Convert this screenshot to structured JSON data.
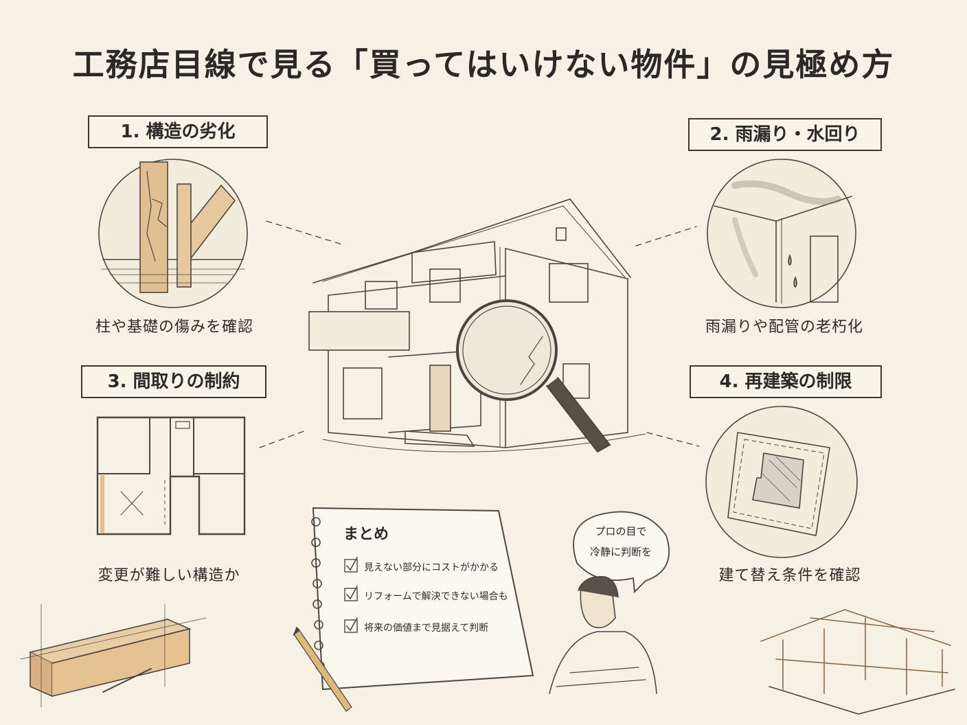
{
  "title": "工務店目線で見る「買ってはいけない物件」の見極め方",
  "sections": [
    {
      "label": "1. 構造の劣化",
      "caption": "柱や基礎の傷みを確認"
    },
    {
      "label": "2. 雨漏り・水回り",
      "caption": "雨漏りや配管の老朽化"
    },
    {
      "label": "3. 間取りの制約",
      "caption": "変更が難しい構造か"
    },
    {
      "label": "4. 再建築の制限",
      "caption": "建て替え条件を確認"
    }
  ],
  "summary": {
    "title": "まとめ",
    "items": [
      "見えない部分にコストがかかる",
      "リフォームで解決できない場合も",
      "将来の価値まで見据えて判断"
    ]
  },
  "bubble": {
    "line1": "プロの目で",
    "line2": "冷静に判断を"
  }
}
